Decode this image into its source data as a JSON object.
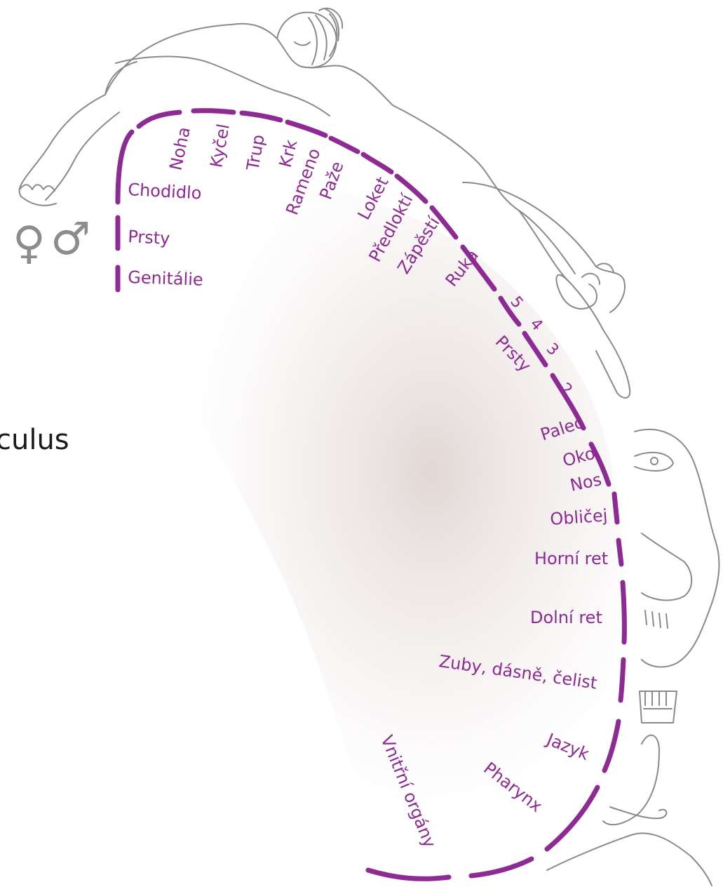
{
  "title": "culus",
  "symbols": {
    "female": "♀",
    "male": "♂"
  },
  "colors": {
    "accent": "#8d2a93",
    "sketch": "#8a8a8a",
    "shading": "#c9b7b2"
  },
  "labels": {
    "noha": "Noha",
    "kycel": "Kyčel",
    "trup": "Trup",
    "krk": "Krk",
    "rameno": "Rameno",
    "paze": "Paže",
    "loket": "Loket",
    "predlokti": "Předloktí",
    "zapesti": "Zápěstí",
    "ruka": "Ruka",
    "chodidlo": "Chodidlo",
    "prsty_noha": "Prsty",
    "genitalie": "Genitálie",
    "finger_5": "5",
    "finger_4": "4",
    "finger_3": "3",
    "finger_2": "2",
    "prsty_ruka": "Prsty",
    "palec": "Palec",
    "oko": "Oko",
    "nos": "Nos",
    "oblicej": "Obličej",
    "horni_ret": "Horní ret",
    "dolni_ret": "Dolní ret",
    "zuby": "Zuby, dásně, čelist",
    "jazyk": "Jazyk",
    "pharynx": "Pharynx",
    "vnitrni_organy": "Vnitřní orgány"
  }
}
